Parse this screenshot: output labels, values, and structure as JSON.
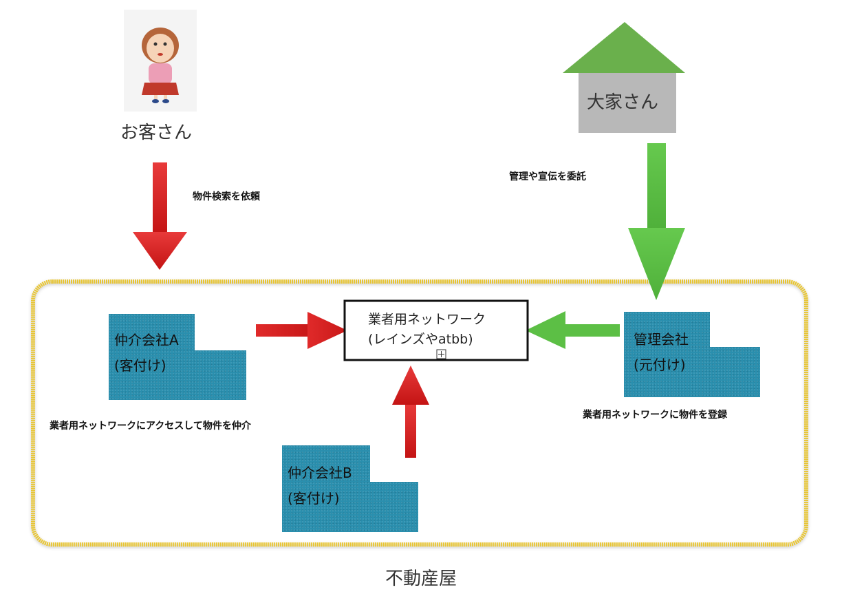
{
  "customer": {
    "label": "お客さん",
    "figure_icon": "customer-figure"
  },
  "landlord": {
    "label": "大家さん",
    "roof_color": "#6ab04c",
    "wall_color": "#b8b8b8"
  },
  "annotations": {
    "search_request": "物件検索を依頼",
    "consignment": "管理や宣伝を委託",
    "access_broker": "業者用ネットワークにアクセスして物件を仲介",
    "register": "業者用ネットワークに物件を登録"
  },
  "network": {
    "line1": "業者用ネットワーク",
    "line2": "(レインズやatbb)"
  },
  "broker_a": {
    "name": "仲介会社A",
    "role": "(客付け)"
  },
  "broker_b": {
    "name": "仲介会社B",
    "role": "(客付け)"
  },
  "management": {
    "name": "管理会社",
    "role": "(元付け)"
  },
  "real_estate": {
    "label": "不動産屋",
    "border_color": "#e8c531"
  },
  "colors": {
    "red_arrow": "#d42020",
    "green_arrow": "#5cbf45",
    "teal_box": "#2a8fae"
  }
}
